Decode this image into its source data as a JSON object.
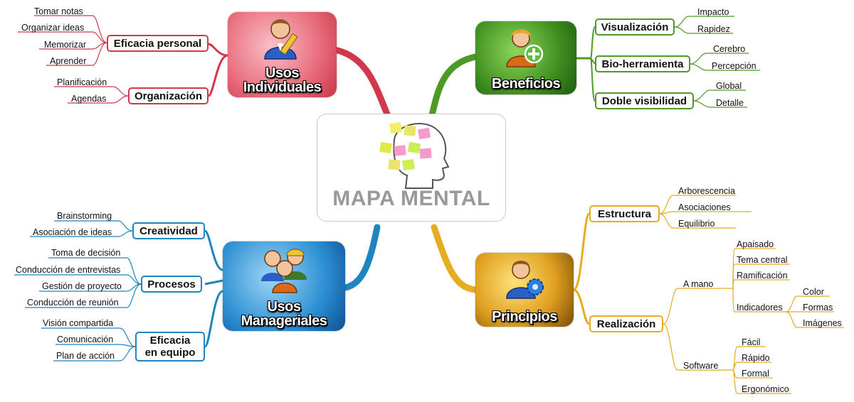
{
  "center": {
    "title": "MAPA MENTAL"
  },
  "colors": {
    "red": "#d2384c",
    "green": "#4e9a26",
    "blue": "#1e85c0",
    "yellow": "#e6ac22"
  },
  "icons": {
    "central": "head-with-sticky-notes-icon",
    "individual": "user-with-pencil-icon",
    "benefits": "user-with-plus-icon",
    "managerial": "user-group-icon",
    "principles": "user-with-gear-icon"
  },
  "branches": {
    "individuales": {
      "title": "Usos Individuales",
      "title_lines": [
        "Usos",
        "Individuales"
      ],
      "nodes": [
        {
          "label": "Eficacia personal",
          "leaves": [
            "Tomar  notas",
            "Organizar  ideas",
            "Memorizar",
            "Aprender"
          ]
        },
        {
          "label": "Organización",
          "leaves": [
            "Planificación",
            "Agendas"
          ]
        }
      ]
    },
    "beneficios": {
      "title": "Beneficios",
      "title_lines": [
        "Beneficios"
      ],
      "nodes": [
        {
          "label": "Visualización",
          "leaves": [
            "Impacto",
            "Rapidez"
          ]
        },
        {
          "label": "Bio-herramienta",
          "leaves": [
            "Cerebro",
            "Percepción"
          ]
        },
        {
          "label": "Doble visibilidad",
          "leaves": [
            "Global",
            "Detalle"
          ]
        }
      ]
    },
    "manageriales": {
      "title": "Usos Manageriales",
      "title_lines": [
        "Usos",
        "Manageriales"
      ],
      "nodes": [
        {
          "label": "Creatividad",
          "label_lines": [
            "Creatividad"
          ],
          "leaves": [
            "Brainstorming",
            "Asociación de ideas"
          ]
        },
        {
          "label": "Procesos",
          "label_lines": [
            "Procesos"
          ],
          "leaves": [
            "Toma de decisión",
            "Conducción de entrevistas",
            "Gestión de proyecto",
            "Conducción de reunión"
          ]
        },
        {
          "label": "Eficacia en equipo",
          "label_lines": [
            "Eficacia",
            "en equipo"
          ],
          "leaves": [
            "Visión compartida",
            "Comunicación",
            "Plan de acción"
          ]
        }
      ]
    },
    "principios": {
      "title": "Principios",
      "title_lines": [
        "Principios"
      ],
      "nodes": [
        {
          "label": "Estructura",
          "leaves": [
            "Arborescencia",
            "Asociaciones",
            "Equilibrio"
          ]
        },
        {
          "label": "Realización",
          "subnodes": [
            {
              "label": "A mano",
              "leaves": [
                "Apaisado",
                "Tema central",
                "Ramificación"
              ],
              "sub": {
                "label": "Indicadores",
                "leaves": [
                  "Color",
                  "Formas",
                  "Imágenes"
                ]
              }
            },
            {
              "label": "Software",
              "leaves": [
                "Fácil",
                "Rápido",
                "Formal",
                "Ergonómico"
              ]
            }
          ]
        }
      ]
    }
  }
}
